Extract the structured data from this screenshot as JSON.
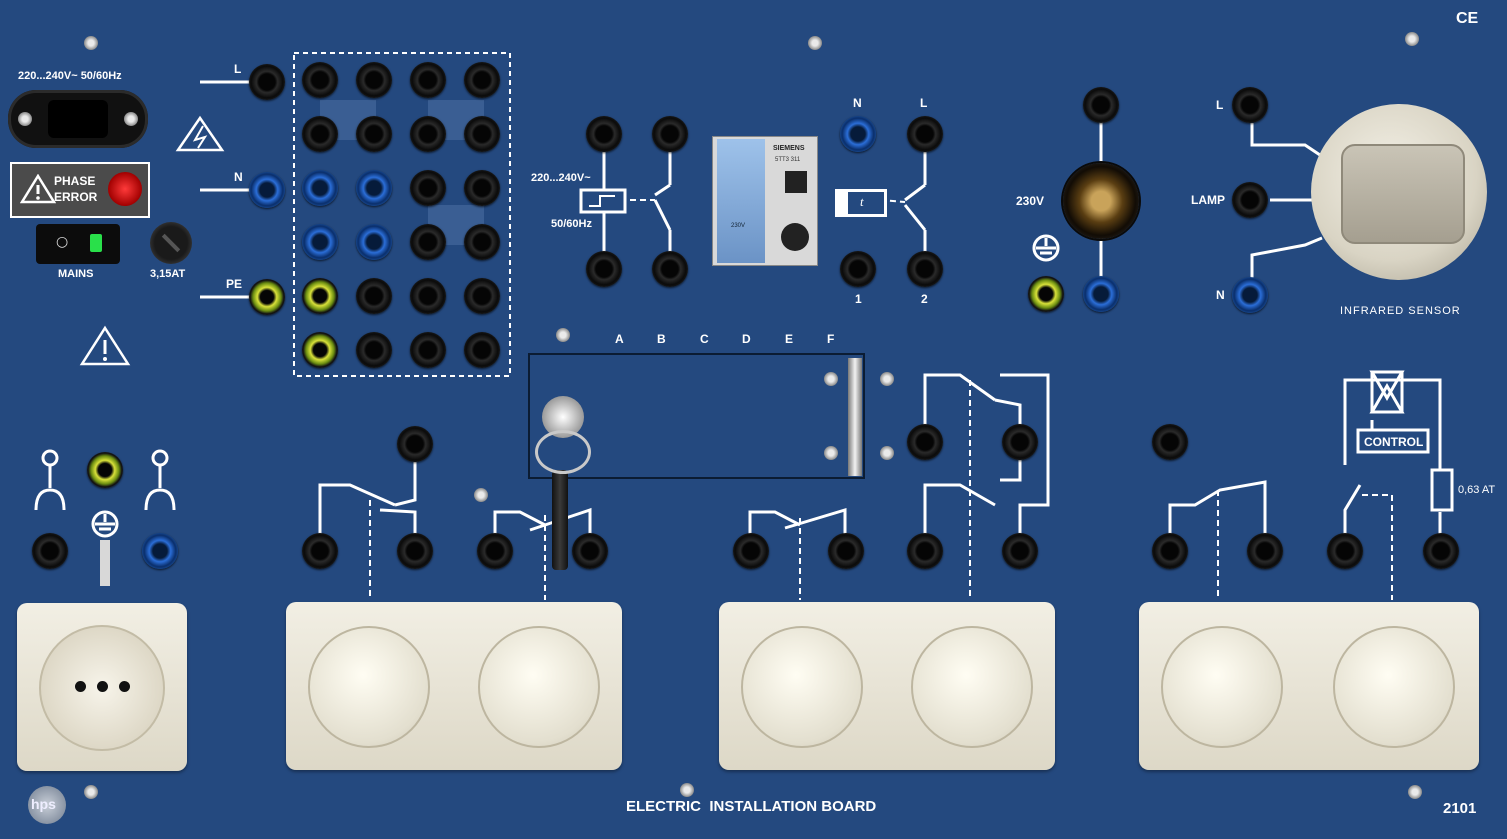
{
  "board": {
    "title": "ELECTRIC  INSTALLATION BOARD",
    "model": "2101",
    "brand": "hps",
    "ce_mark": "CE"
  },
  "power_input": {
    "rating": "220...240V~ 50/60Hz",
    "phase_error_line1": "PHASE",
    "phase_error_line2": "ERROR",
    "mains_label": "MAINS",
    "fuse_label": "3,15AT"
  },
  "distribution": {
    "l_label": "L",
    "n_label": "N",
    "pe_label": "PE"
  },
  "timer": {
    "voltage": "220...240V~",
    "freq": "50/60Hz",
    "relay_brand": "SIEMENS",
    "relay_model": "5TT3 311",
    "relay_voltage": "230V",
    "n_label": "N",
    "l_label": "L",
    "t_symbol": "t",
    "out1": "1",
    "out2": "2"
  },
  "lamp": {
    "voltage": "230V"
  },
  "sensor": {
    "l_label": "L",
    "lamp_label": "LAMP",
    "n_label": "N",
    "name": "INFRARED SENSOR"
  },
  "key_switch": {
    "positions": [
      "A",
      "B",
      "C",
      "D",
      "E",
      "F"
    ]
  },
  "dimmer": {
    "control_label": "CONTROL",
    "fuse_label": "0,63 AT"
  }
}
